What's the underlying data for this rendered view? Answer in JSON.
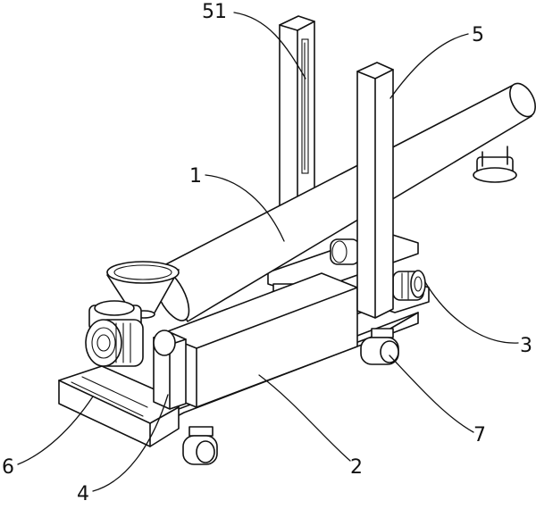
{
  "labels": {
    "l51": "51",
    "l5": "5",
    "l1": "1",
    "l3": "3",
    "l7": "7",
    "l2": "2",
    "l6": "6",
    "l4": "4"
  }
}
